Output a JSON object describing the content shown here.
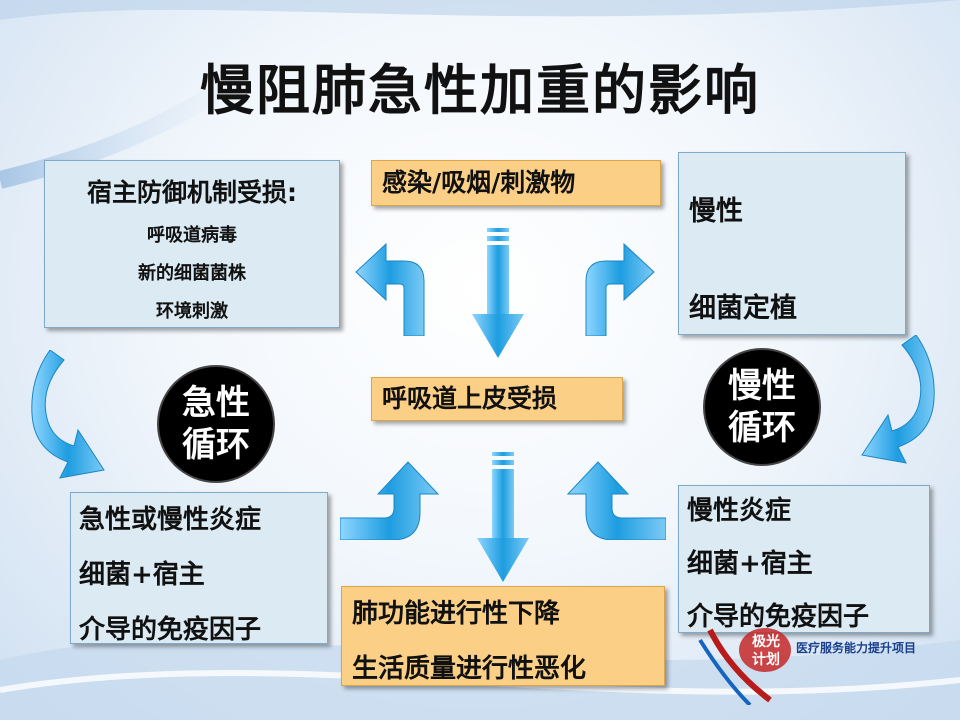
{
  "title": "慢阻肺急性加重的影响",
  "top_left_box": {
    "heading": "宿主防御机制受损:",
    "items": [
      "呼吸道病毒",
      "新的细菌菌株",
      "环境刺激"
    ]
  },
  "top_center_box": {
    "text": "感染/吸烟/刺激物"
  },
  "top_right_box": {
    "line1": "慢性",
    "line2": "细菌定植"
  },
  "middle_box": {
    "text": "呼吸道上皮受损"
  },
  "acute_cycle": {
    "line1": "急性",
    "line2": "循环"
  },
  "chronic_cycle": {
    "line1": "慢性",
    "line2": "循环"
  },
  "bottom_left_box": {
    "lines": [
      "急性或慢性炎症",
      "细菌+宿主",
      "介导的免疫因子"
    ]
  },
  "bottom_center_box": {
    "lines": [
      "肺功能进行性下降",
      "生活质量进行性恶化"
    ]
  },
  "bottom_right_box": {
    "lines": [
      "慢性炎症",
      "细菌+宿主",
      "介导的免疫因子"
    ]
  },
  "logo": {
    "line1": "极光",
    "line2": "计划",
    "org": "医疗服务能力提升项目"
  },
  "colors": {
    "arrow": "#29a3e6",
    "box_blue": "#dbeaf3",
    "box_orange": "#fbd086"
  }
}
